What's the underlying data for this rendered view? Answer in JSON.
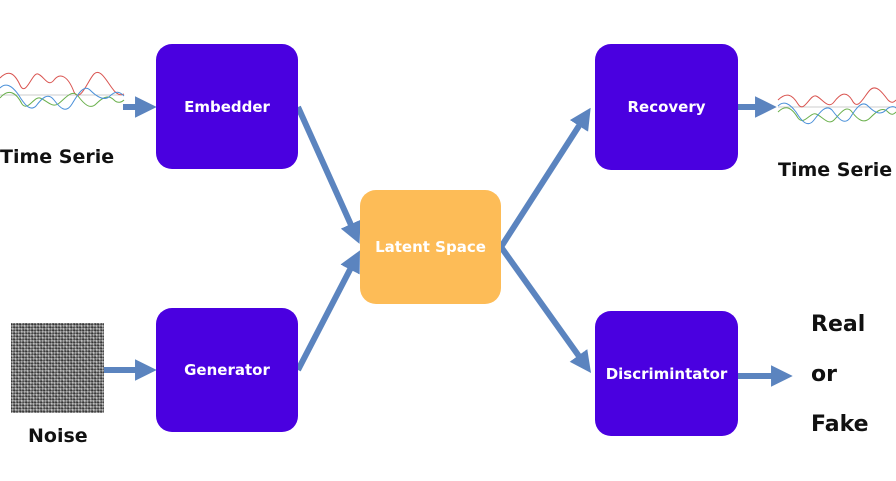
{
  "diagram": {
    "nodes": {
      "embedder": "Embedder",
      "generator": "Generator",
      "latent_space": "Latent Space",
      "recovery": "Recovery",
      "discriminator": "Discrimintator"
    },
    "inputs": {
      "time_series_in": "Time Serie",
      "noise": "Noise"
    },
    "outputs": {
      "time_series_out": "Time Serie",
      "decision_real": "Real",
      "decision_or": "or",
      "decision_fake": "Fake"
    },
    "colors": {
      "node_purple": "#4a00e0",
      "node_orange": "#fdbc57",
      "arrow_blue": "#5b84bf",
      "wave_red": "#d9534f",
      "wave_green": "#6ab04c",
      "wave_blue": "#4a90d9",
      "wave_grey": "#999999"
    },
    "icons": {
      "time_series_in": "time-series-plot-icon",
      "time_series_out": "time-series-plot-icon",
      "noise": "noise-image"
    }
  }
}
